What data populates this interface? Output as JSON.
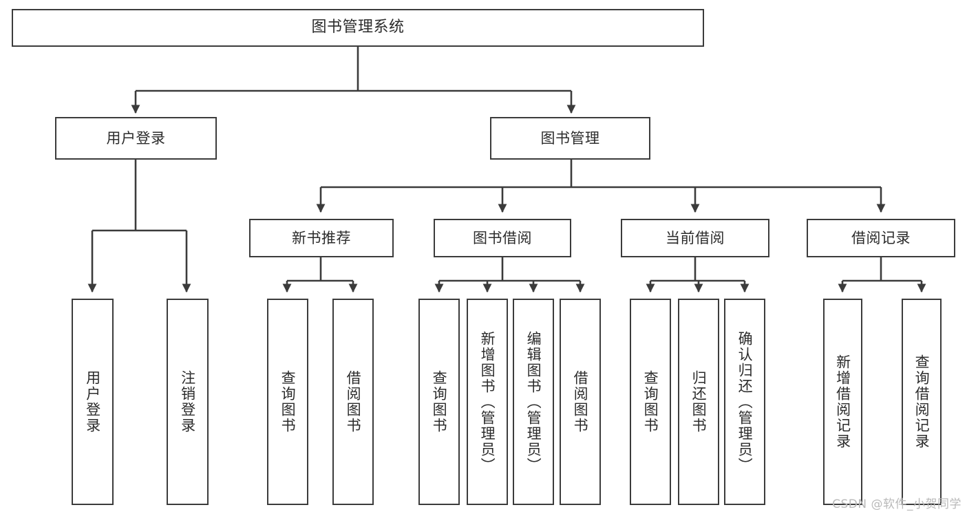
{
  "diagram": {
    "title": "图书管理系统",
    "type": "tree-hierarchy",
    "watermark": "CSDN @软件_小贺同学",
    "colors": {
      "stroke": "#3b3b3b",
      "fill": "#ffffff",
      "text": "#2b2b2b",
      "watermark": "#b9b9b9"
    }
  },
  "nodes": {
    "root": {
      "label": "图书管理系统"
    },
    "level2": [
      {
        "id": "user-login",
        "label": "用户登录"
      },
      {
        "id": "book-manage",
        "label": "图书管理"
      }
    ],
    "level3": [
      {
        "id": "new-book-recommend",
        "label": "新书推荐"
      },
      {
        "id": "book-borrow",
        "label": "图书借阅"
      },
      {
        "id": "current-borrow",
        "label": "当前借阅"
      },
      {
        "id": "borrow-record",
        "label": "借阅记录"
      }
    ],
    "leaves": [
      {
        "id": "leaf-user-login",
        "label": "用户登录",
        "parent": "user-login"
      },
      {
        "id": "leaf-logout",
        "label": "注销登录",
        "parent": "user-login"
      },
      {
        "id": "leaf-query-book-1",
        "label": "查询图书",
        "parent": "new-book-recommend"
      },
      {
        "id": "leaf-borrow-book-1",
        "label": "借阅图书",
        "parent": "new-book-recommend"
      },
      {
        "id": "leaf-query-book-2",
        "label": "查询图书",
        "parent": "book-borrow"
      },
      {
        "id": "leaf-add-book",
        "label": "新增图书（管理员）",
        "parent": "book-borrow"
      },
      {
        "id": "leaf-edit-book",
        "label": "编辑图书（管理员）",
        "parent": "book-borrow"
      },
      {
        "id": "leaf-borrow-book-2",
        "label": "借阅图书",
        "parent": "book-borrow"
      },
      {
        "id": "leaf-query-book-3",
        "label": "查询图书",
        "parent": "current-borrow"
      },
      {
        "id": "leaf-return-book",
        "label": "归还图书",
        "parent": "current-borrow"
      },
      {
        "id": "leaf-confirm-return",
        "label": "确认归还（管理员）",
        "parent": "current-borrow"
      },
      {
        "id": "leaf-add-record",
        "label": "新增借阅记录",
        "parent": "borrow-record"
      },
      {
        "id": "leaf-query-record",
        "label": "查询借阅记录",
        "parent": "borrow-record"
      }
    ]
  }
}
